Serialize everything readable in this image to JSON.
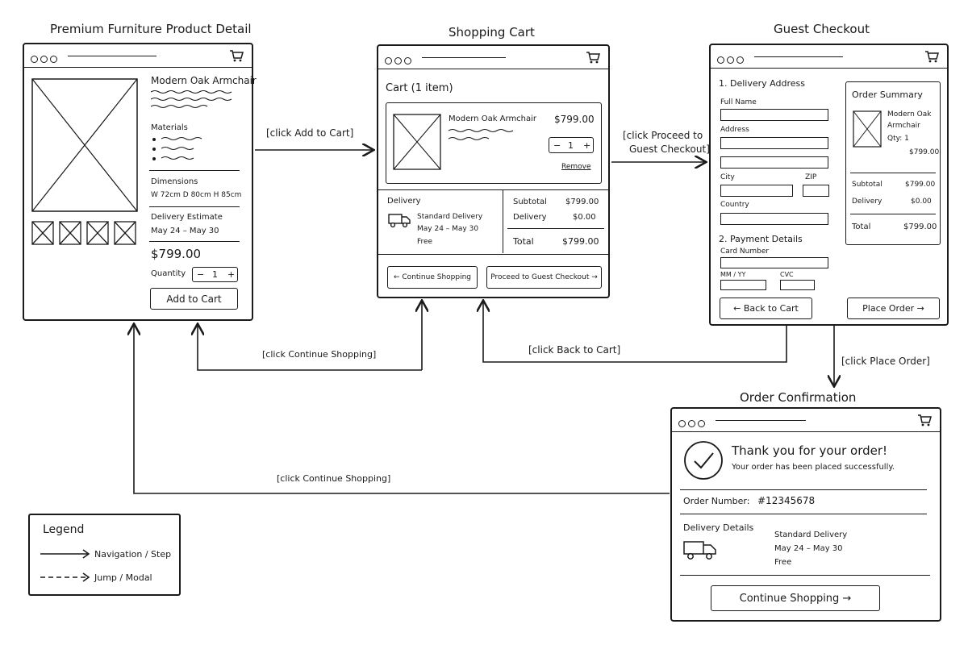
{
  "screens": {
    "product": {
      "title": "Premium Furniture Product Detail",
      "name": "Modern Oak Armchair",
      "materials_label": "Materials",
      "dimensions_label": "Dimensions",
      "dimensions_value": "W 72cm   D 80cm   H 85cm",
      "delivery_label": "Delivery Estimate",
      "delivery_dates": "May 24 – May 30",
      "price": "$799.00",
      "quantity_label": "Quantity",
      "qty_minus": "−",
      "qty_value": "1",
      "qty_plus": "+",
      "add_to_cart": "Add to Cart"
    },
    "cart": {
      "title": "Shopping Cart",
      "heading": "Cart (1 item)",
      "item_name": "Modern Oak Armchair",
      "item_price": "$799.00",
      "qty_minus": "−",
      "qty_value": "1",
      "qty_plus": "+",
      "remove": "Remove",
      "delivery_label": "Delivery",
      "delivery_method": "Standard Delivery",
      "delivery_dates": "May 24 – May 30",
      "delivery_cost": "Free",
      "subtotal_label": "Subtotal",
      "subtotal_value": "$799.00",
      "delivery_row_label": "Delivery",
      "delivery_row_value": "$0.00",
      "total_label": "Total",
      "total_value": "$799.00",
      "continue_shopping": "← Continue Shopping",
      "proceed_checkout": "Proceed to Guest Checkout →"
    },
    "checkout": {
      "title": "Guest Checkout",
      "section_delivery": "1. Delivery Address",
      "full_name": "Full Name",
      "address": "Address",
      "city": "City",
      "zip": "ZIP",
      "country": "Country",
      "section_payment": "2. Payment Details",
      "card_number": "Card Number",
      "mm_yy": "MM / YY",
      "cvc": "CVC",
      "back_to_cart": "← Back to Cart",
      "place_order": "Place Order →",
      "summary_title": "Order Summary",
      "summary_item_line1": "Modern Oak",
      "summary_item_line2": "Armchair",
      "summary_qty": "Qty: 1",
      "summary_item_price": "$799.00",
      "subtotal_label": "Subtotal",
      "subtotal_value": "$799.00",
      "delivery_label": "Delivery",
      "delivery_value": "$0.00",
      "total_label": "Total",
      "total_value": "$799.00"
    },
    "confirmation": {
      "title": "Order Confirmation",
      "thanks": "Thank you for your order!",
      "placed": "Your order has been placed successfully.",
      "order_number_label": "Order Number:",
      "order_number": "#12345678",
      "delivery_details_label": "Delivery Details",
      "delivery_method": "Standard Delivery",
      "delivery_dates": "May 24 – May 30",
      "delivery_cost": "Free",
      "continue_shopping": "Continue Shopping →"
    }
  },
  "transitions": {
    "add_to_cart": "[click Add to Cart]",
    "proceed_line1": "[click Proceed to",
    "proceed_line2": "Guest Checkout]",
    "continue_shopping_cart": "[click Continue Shopping]",
    "back_to_cart": "[click Back to Cart]",
    "place_order": "[click Place Order]",
    "continue_shopping_confirm": "[click Continue Shopping]"
  },
  "legend": {
    "title": "Legend",
    "solid": "Navigation / Step",
    "dashed": "Jump / Modal"
  },
  "icons": [
    "cart-icon",
    "image-placeholder-icon",
    "truck-icon",
    "check-circle-icon",
    "arrow-right-icon",
    "arrow-left-icon"
  ]
}
